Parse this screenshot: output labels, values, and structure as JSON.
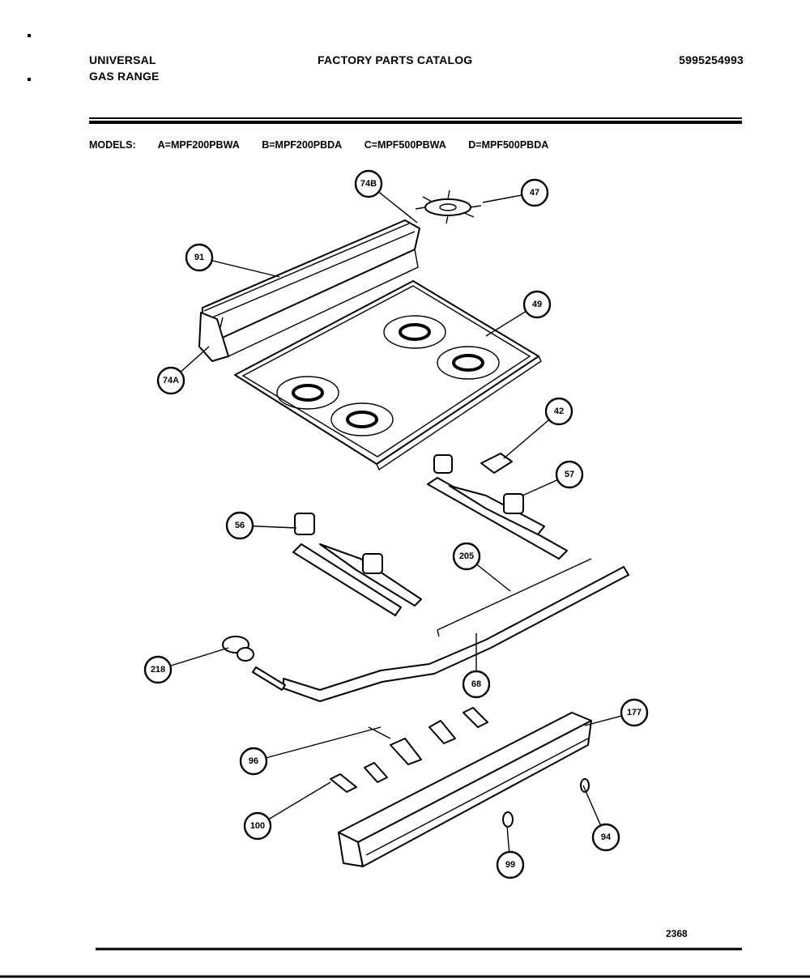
{
  "header": {
    "brand_line1": "UNIVERSAL",
    "brand_line2": "GAS RANGE",
    "title": "FACTORY PARTS CATALOG",
    "part_number": "5995254993"
  },
  "models": {
    "label": "MODELS:",
    "items": [
      "A=MPF200PBWA",
      "B=MPF200PBDA",
      "C=MPF500PBWA",
      "D=MPF500PBDA"
    ]
  },
  "callouts": [
    "74B",
    "47",
    "91",
    "49",
    "74A",
    "42",
    "57",
    "56",
    "205",
    "218",
    "68",
    "177",
    "96",
    "100",
    "94",
    "99"
  ],
  "footer": {
    "page_code": "2368"
  }
}
